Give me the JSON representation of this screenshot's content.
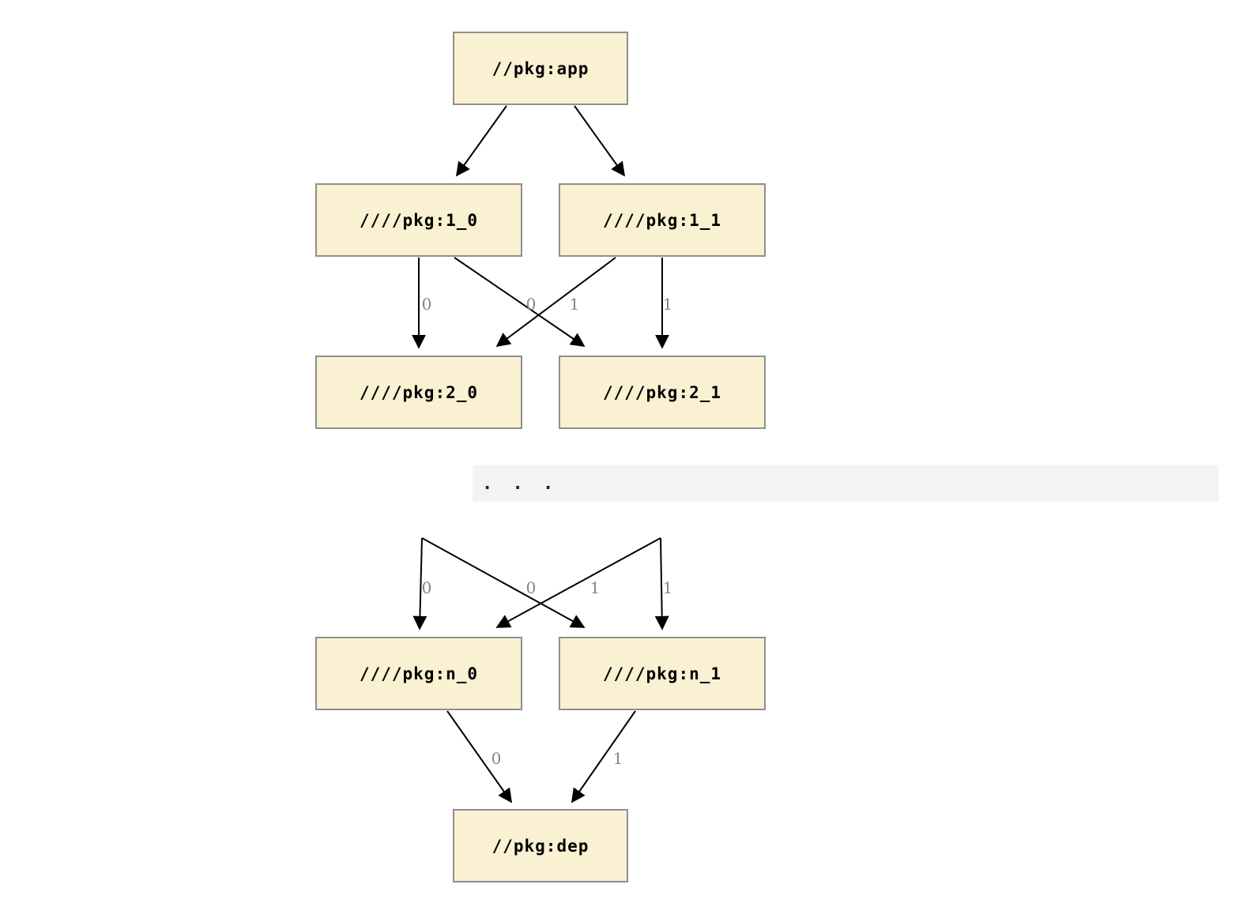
{
  "diagram": {
    "nodes": {
      "app": "//pkg:app",
      "l1_0": "////pkg:1_0",
      "l1_1": "////pkg:1_1",
      "l2_0": "////pkg:2_0",
      "l2_1": "////pkg:2_1",
      "ln_0": "////pkg:n_0",
      "ln_1": "////pkg:n_1",
      "dep": "//pkg:dep"
    },
    "ellipsis": ". . .",
    "edge_labels": {
      "e1_0__2_0": "0",
      "e1_1__2_0": "0",
      "e1_0__2_1": "1",
      "e1_1__2_1": "1",
      "edots__n_0_left": "0",
      "edots__n_0_cross": "0",
      "edots__n_1_cross": "1",
      "edots__n_1_right": "1",
      "en_0__dep": "0",
      "en_1__dep": "1"
    },
    "colors": {
      "node_fill": "#faf0d2",
      "node_border": "#8f8f8f",
      "edge": "#000000",
      "edge_label": "#848484",
      "ellipsis_bg": "#f3f3f3"
    }
  }
}
